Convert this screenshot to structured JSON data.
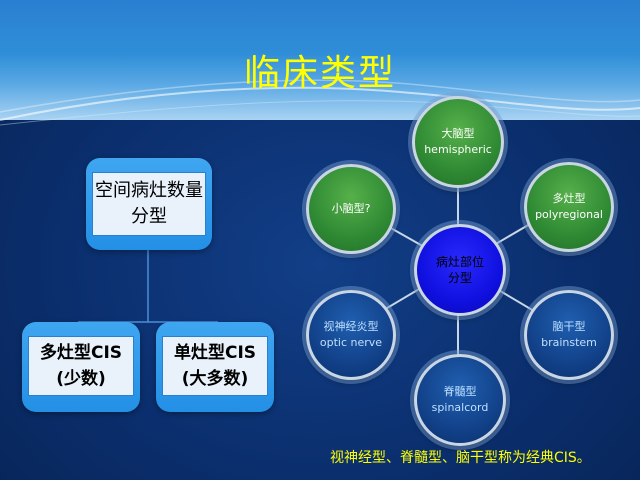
{
  "slide": {
    "title": "临床类型",
    "footer": "视神经型、脊髓型、脑干型称为经典CIS。"
  },
  "tree": {
    "root": {
      "line1": "空间病灶数量",
      "line2": "分型"
    },
    "left": {
      "line1": "多灶型CIS",
      "line2": "(少数)"
    },
    "right": {
      "line1": "单灶型CIS",
      "line2": "(大多数)"
    }
  },
  "hub": {
    "center": {
      "line1": "病灶部位",
      "line2": "分型"
    },
    "nodes": {
      "cerebral": {
        "zh": "大脑型",
        "en": "hemispheric"
      },
      "multifocal": {
        "zh": "多灶型",
        "en": "polyregional"
      },
      "brainstem": {
        "zh": "脑干型",
        "en": "brainstem"
      },
      "spinal": {
        "zh": "脊髓型",
        "en": "spinalcord"
      },
      "optic": {
        "zh": "视神经炎型",
        "en": "optic nerve"
      },
      "cerebellar": {
        "zh": "小脑型?",
        "en": ""
      }
    }
  },
  "colors": {
    "title": "#ffff00",
    "footer": "#ffff00",
    "green_node": "#2f8a34",
    "blue_node": "#113f86",
    "center_node": "#1010e0"
  }
}
